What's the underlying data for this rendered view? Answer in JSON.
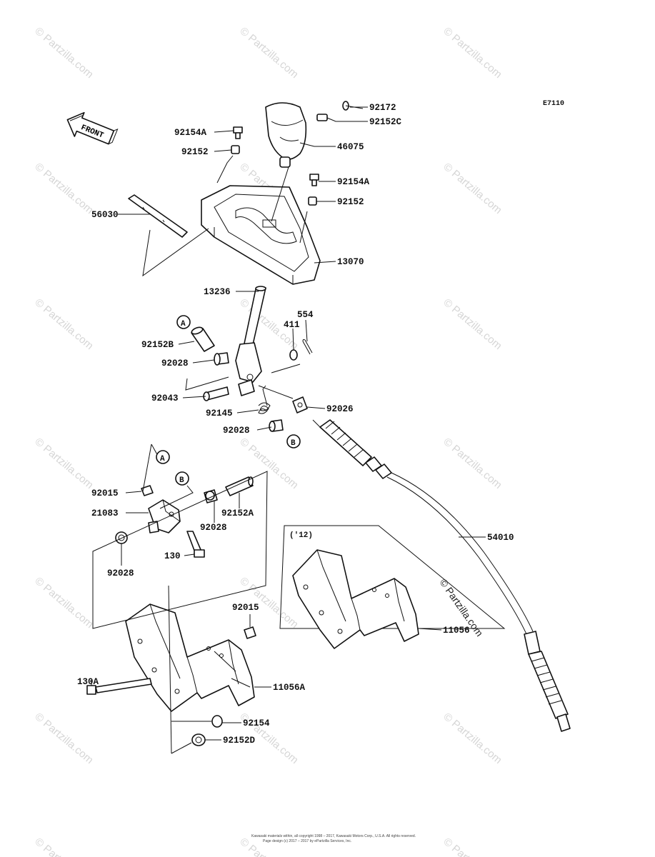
{
  "diagram_code": "E7110",
  "front_label": "FRONT",
  "year_note": "('12)",
  "callouts": {
    "a": "A",
    "b": "B"
  },
  "watermark": "© Partzilla.com",
  "copyright_line1": "Kawasaki materials within, all copyright 1998 – 2017, Kawasaki Motors Corp., U.S.A. All rights reserved.",
  "copyright_line2": "Page design (c) 2017 – 2017 by ePartzilla Services, Inc.",
  "parts": [
    {
      "id": "p92172",
      "number": "92172"
    },
    {
      "id": "p92152c",
      "number": "92152C"
    },
    {
      "id": "p92154a-top",
      "number": "92154A"
    },
    {
      "id": "p92152-top",
      "number": "92152"
    },
    {
      "id": "p46075",
      "number": "46075"
    },
    {
      "id": "p92154a-right",
      "number": "92154A"
    },
    {
      "id": "p92152-right",
      "number": "92152"
    },
    {
      "id": "p56030",
      "number": "56030"
    },
    {
      "id": "p13070",
      "number": "13070"
    },
    {
      "id": "p13236",
      "number": "13236"
    },
    {
      "id": "p554",
      "number": "554"
    },
    {
      "id": "p411",
      "number": "411"
    },
    {
      "id": "p92152b",
      "number": "92152B"
    },
    {
      "id": "p92028-a",
      "number": "92028"
    },
    {
      "id": "p92043",
      "number": "92043"
    },
    {
      "id": "p92026",
      "number": "92026"
    },
    {
      "id": "p92145",
      "number": "92145"
    },
    {
      "id": "p92028-b",
      "number": "92028"
    },
    {
      "id": "p92015-a",
      "number": "92015"
    },
    {
      "id": "p21083",
      "number": "21083"
    },
    {
      "id": "p92152a",
      "number": "92152A"
    },
    {
      "id": "p92028-c",
      "number": "92028"
    },
    {
      "id": "p54010",
      "number": "54010"
    },
    {
      "id": "p130",
      "number": "130"
    },
    {
      "id": "p92028-d",
      "number": "92028"
    },
    {
      "id": "p92015-b",
      "number": "92015"
    },
    {
      "id": "p11056",
      "number": "11056"
    },
    {
      "id": "p130a",
      "number": "130A"
    },
    {
      "id": "p11056a",
      "number": "11056A"
    },
    {
      "id": "p92154",
      "number": "92154"
    },
    {
      "id": "p92152d",
      "number": "92152D"
    }
  ]
}
